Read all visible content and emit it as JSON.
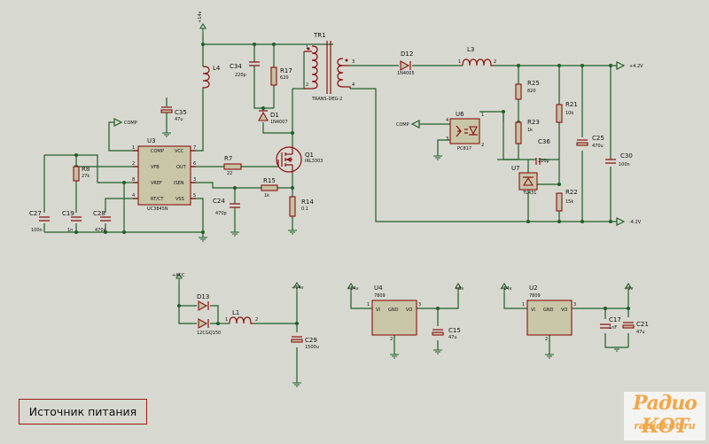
{
  "title": "Источник питания",
  "watermark": {
    "line1": "Радио КОТ",
    "line2": "radiokot.ru"
  },
  "rails": {
    "p14": "+14v",
    "p14b": "+14v",
    "p14c": "+14v",
    "p14d": "+14v",
    "acc": "+ACC",
    "p8": "+8v",
    "p9": "+9v",
    "p42": "+4.2V",
    "m42": "-4.2V",
    "comp": "COMP",
    "comp2": "COMP"
  },
  "u3": {
    "ref": "U3",
    "part": "UC3845N",
    "pins": {
      "comp": "COMP",
      "vfb": "VFB",
      "vref": "VREF",
      "rtct": "RT/CT",
      "vcc": "VCC",
      "out": "OUT",
      "isen": "ISEN",
      "vss": "VSS"
    },
    "nums": {
      "comp": "1",
      "vfb": "2",
      "vref": "8",
      "rtct": "4",
      "vcc": "7",
      "out": "6",
      "isen": "3",
      "vss": "5"
    }
  },
  "tr1": {
    "ref": "TR1",
    "part": "TRANS-DEG-2",
    "p1": "1",
    "p2": "2",
    "p3": "3",
    "p4": "4"
  },
  "q1": {
    "ref": "Q1",
    "part": "IRL3303"
  },
  "d1": {
    "ref": "D1",
    "part": "1N4007"
  },
  "d12": {
    "ref": "D12",
    "part": "1N4005"
  },
  "d13": {
    "ref": "D13",
    "part": "12CGQ150"
  },
  "u6": {
    "ref": "U6",
    "part": "PC817",
    "p4": "4",
    "p3": "3",
    "p1": "1",
    "p2": "2"
  },
  "u7": {
    "ref": "U7",
    "part": "TL431"
  },
  "u4": {
    "ref": "U4",
    "part": "7809",
    "vi": "VI",
    "vo": "VO",
    "gnd": "GND",
    "p1": "1",
    "p2": "2",
    "p3": "3"
  },
  "u2": {
    "ref": "U2",
    "part": "7809",
    "vi": "VI",
    "vo": "VO",
    "gnd": "GND",
    "p1": "1",
    "p2": "2",
    "p3": "3"
  },
  "r8": {
    "ref": "R8",
    "val": "27k"
  },
  "r7": {
    "ref": "R7",
    "val": "22"
  },
  "r15": {
    "ref": "R15",
    "val": "1k"
  },
  "r14": {
    "ref": "R14",
    "val": "0.1"
  },
  "r17": {
    "ref": "R17",
    "val": "620"
  },
  "r25": {
    "ref": "R25",
    "val": "820"
  },
  "r23": {
    "ref": "R23",
    "val": "1k"
  },
  "r21": {
    "ref": "R21",
    "val": "10k"
  },
  "r22": {
    "ref": "R22",
    "val": "15k"
  },
  "l4": {
    "ref": "L4"
  },
  "l3": {
    "ref": "L3",
    "p1": "1",
    "p2": "2"
  },
  "l1": {
    "ref": "L1",
    "p1": "1",
    "p2": "2"
  },
  "c34": {
    "ref": "C34",
    "val": "220p"
  },
  "c35": {
    "ref": "C35",
    "val": "47u"
  },
  "c27": {
    "ref": "C27",
    "val": "100n"
  },
  "c19": {
    "ref": "C19",
    "val": "1n"
  },
  "c28": {
    "ref": "C28",
    "val": "470p"
  },
  "c24": {
    "ref": "C24",
    "val": "470p"
  },
  "c36": {
    "ref": "C36",
    "val": "220p"
  },
  "c25": {
    "ref": "C25",
    "val": "470u"
  },
  "c30": {
    "ref": "C30",
    "val": "100n"
  },
  "c29": {
    "ref": "C29",
    "val": "1500u"
  },
  "c15": {
    "ref": "C15",
    "val": "47u"
  },
  "c17": {
    "ref": "C17",
    "val": "1nF"
  },
  "c21": {
    "ref": "C21",
    "val": "47u"
  }
}
